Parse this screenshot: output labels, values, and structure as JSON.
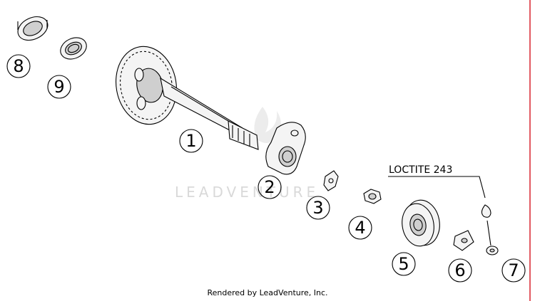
{
  "diagram": {
    "callouts": [
      "1",
      "2",
      "3",
      "4",
      "5",
      "6",
      "7",
      "8",
      "9"
    ],
    "loctite_label": "LOCTITE 243",
    "watermark": "LEADVENTURE",
    "footer": "Rendered by LeadVenture, Inc."
  },
  "colors": {
    "edge_line": "#d9232e",
    "watermark": "#d9d9d9"
  }
}
